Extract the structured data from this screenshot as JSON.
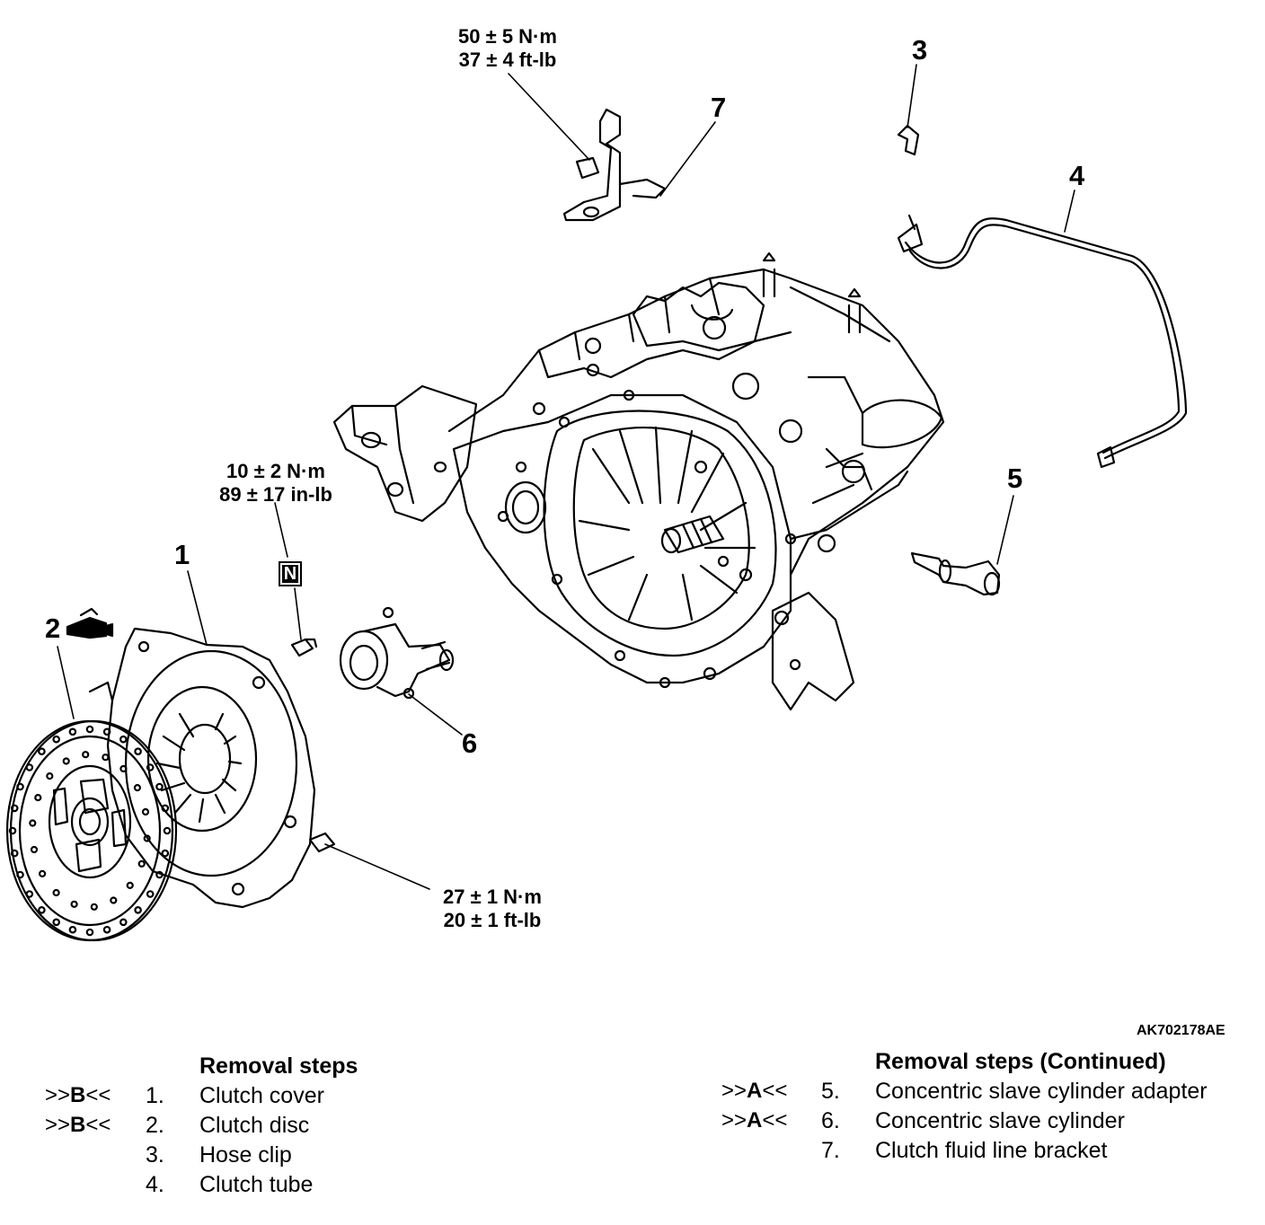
{
  "callouts": {
    "c1": "1",
    "c2": "2",
    "c3": "3",
    "c4": "4",
    "c5": "5",
    "c6": "6",
    "c7": "7"
  },
  "torques": {
    "top": [
      "50 ± 5 N·m",
      "37 ± 4 ft-lb"
    ],
    "middle": [
      "10 ± 2 N·m",
      "89 ± 17 in-lb"
    ],
    "bottom": [
      "27 ± 1 N·m",
      "20 ± 1 ft-lb"
    ]
  },
  "n_symbol": "N",
  "figure_code": "AK702178AE",
  "left_steps": {
    "title": "Removal steps",
    "items": [
      {
        "ref_prefix": ">>",
        "ref_letter": "B",
        "ref_suffix": "<<",
        "num": "1.",
        "label": "Clutch cover"
      },
      {
        "ref_prefix": ">>",
        "ref_letter": "B",
        "ref_suffix": "<<",
        "num": "2.",
        "label": "Clutch disc"
      },
      {
        "ref_prefix": "",
        "ref_letter": "",
        "ref_suffix": "",
        "num": "3.",
        "label": "Hose clip"
      },
      {
        "ref_prefix": "",
        "ref_letter": "",
        "ref_suffix": "",
        "num": "4.",
        "label": "Clutch tube"
      }
    ]
  },
  "right_steps": {
    "title": "Removal steps (Continued)",
    "items": [
      {
        "ref_prefix": ">>",
        "ref_letter": "A",
        "ref_suffix": "<<",
        "num": "5.",
        "label": "Concentric slave cylinder adapter"
      },
      {
        "ref_prefix": ">>",
        "ref_letter": "A",
        "ref_suffix": "<<",
        "num": "6.",
        "label": "Concentric slave cylinder"
      },
      {
        "ref_prefix": "",
        "ref_letter": "",
        "ref_suffix": "",
        "num": "7.",
        "label": "Clutch fluid line bracket"
      }
    ]
  }
}
